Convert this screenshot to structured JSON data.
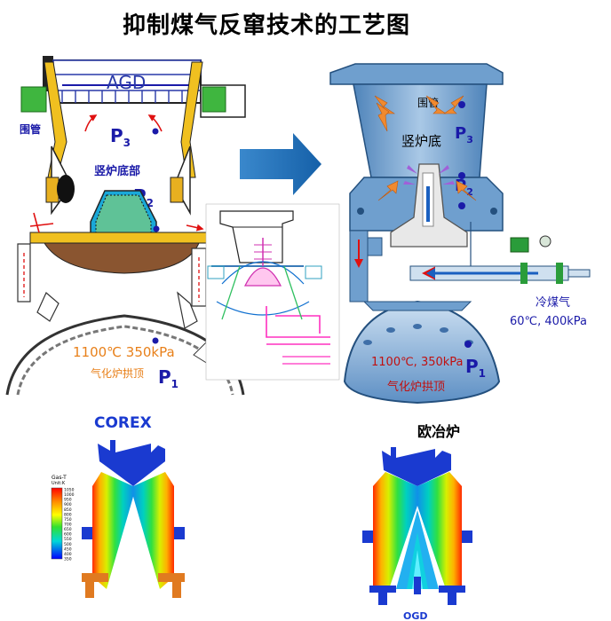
{
  "title": "抑制煤气反窜技术的工艺图",
  "left_diagram": {
    "agd": "AGD",
    "ring_pipe": "围管",
    "p3": "P",
    "p3_sub": "3",
    "shaft_bottom": "竖炉底部",
    "p2": "P",
    "p2_sub": "2",
    "conditions": "1100℃  350kPa",
    "dome": "气化炉拱顶",
    "p1": "P",
    "p1_sub": "1"
  },
  "right_diagram": {
    "ring_pipe": "围管",
    "p3": "P",
    "p3_sub": "3",
    "shaft_bottom": "竖炉底",
    "p2": "P",
    "p2_sub": "2",
    "cold_gas": "冷煤气",
    "cold_gas_cond": "60℃, 400kPa",
    "conditions": "1100℃, 350kPa",
    "dome": "气化炉拱顶",
    "p1": "P",
    "p1_sub": "1"
  },
  "corex": {
    "label": "COREX",
    "legend_title": "Gas-T",
    "legend_unit": "Unit:K",
    "legend_ticks": [
      "1050",
      "1000",
      "950",
      "900",
      "850",
      "800",
      "750",
      "700",
      "650",
      "600",
      "550",
      "500",
      "450",
      "400",
      "350"
    ]
  },
  "ouye": {
    "label": "欧冶炉",
    "bottom_text": "OGD"
  },
  "colors": {
    "arrow_blue": "#1f6fb8",
    "furnace_blue": "#6f9fce",
    "hot_red": "#e01010",
    "label_blue": "#1a1aa8",
    "orange_text": "#e8801a"
  }
}
